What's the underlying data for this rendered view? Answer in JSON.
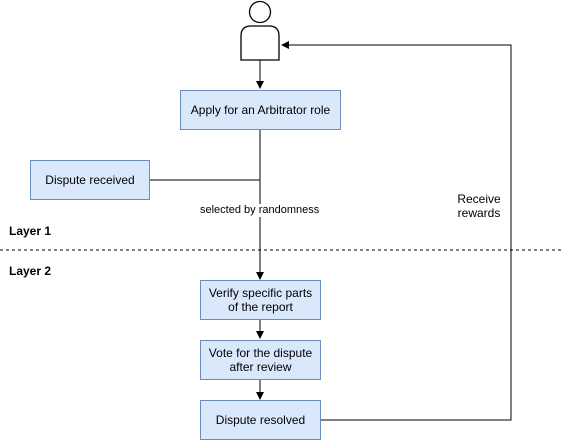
{
  "diagram": {
    "actor": {
      "icon": "person-icon"
    },
    "nodes": {
      "apply": "Apply for an Arbitrator role",
      "dispute_received": "Dispute received",
      "verify": "Verify specific parts of the report",
      "vote": "Vote for the dispute after review",
      "resolved": "Dispute resolved"
    },
    "edge_labels": {
      "selected_by_randomness": "selected by randomness",
      "receive_rewards": "Receive rewards"
    },
    "layers": {
      "layer1": "Layer 1",
      "layer2": "Layer 2"
    }
  },
  "colors": {
    "box_fill": "#dae8fc",
    "box_stroke": "#6c8ebf",
    "line": "#000000"
  }
}
